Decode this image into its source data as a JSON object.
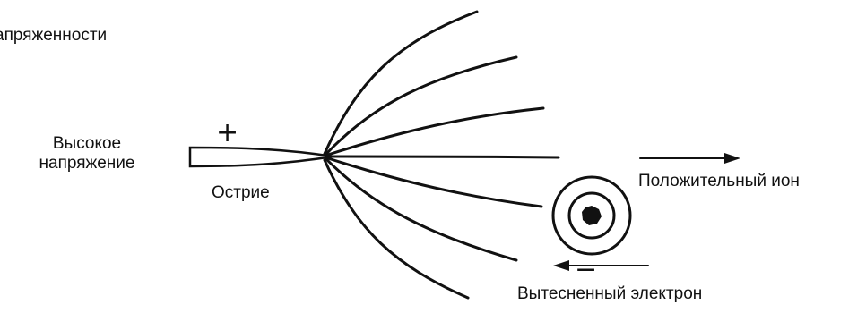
{
  "diagram": {
    "title_fragment": "апряженности",
    "voltage_label": "Высокое\nнапряжение",
    "tip_label": "Острие",
    "positive_sign": "+",
    "ion_label": "Положительный ион",
    "electron_label": "Вытесненный электрон",
    "electron_sign": "−",
    "line_color": "#111111",
    "background": "#ffffff"
  }
}
